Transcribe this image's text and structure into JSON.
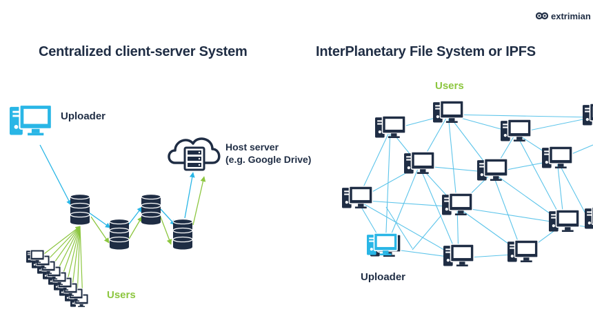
{
  "brand": {
    "name": "extrimian"
  },
  "left": {
    "title": "Centralized client-server System",
    "uploader_label": "Uploader",
    "host_label_line1": "Host server",
    "host_label_line2": "(e.g. Google Drive)",
    "users_label": "Users"
  },
  "right": {
    "title": "InterPlanetary File System or IPFS",
    "users_label": "Users",
    "uploader_label": "Uploader"
  },
  "colors": {
    "navy": "#1f2d44",
    "cyan": "#29b6e6",
    "green": "#8cc63f",
    "edge": "#5cc4ea"
  },
  "icons": [
    "computer-icon",
    "database-icon",
    "cloud-server-icon",
    "logo-icon"
  ]
}
